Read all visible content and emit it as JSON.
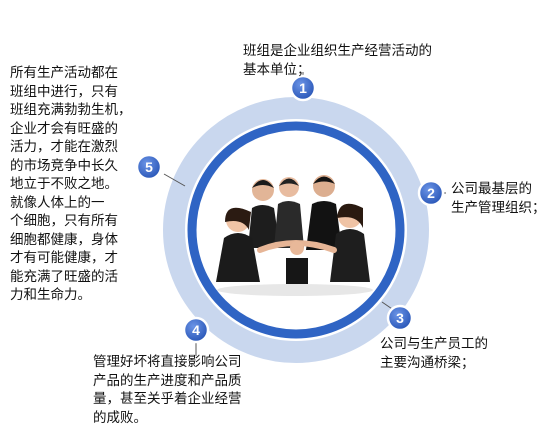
{
  "nodes": [
    {
      "number": "1",
      "lines": [
        "班组是企业组织生产经营活动的",
        "基本单位；"
      ]
    },
    {
      "number": "2",
      "lines": [
        "公司最基层的",
        "生产管理组织；"
      ]
    },
    {
      "number": "3",
      "lines": [
        "公司与生产员工的",
        "主要沟通桥梁；"
      ]
    },
    {
      "number": "4",
      "lines": [
        "管理好坏将直接影响公司",
        "产品的生产进度和产品质",
        "量，甚至关乎着企业经营",
        "的成败。"
      ]
    },
    {
      "number": "5",
      "lines": [
        "所有生产活动都在",
        "班组中进行，只有",
        "班组充满勃勃生机，",
        "企业才会有旺盛的",
        "活力，才能在激烈",
        "的市场竞争中长久",
        "地立于不败之地。",
        "就像人体上的一",
        "个细胞，只有所有",
        "细胞都健康，身体",
        "才有可能健康，才",
        "能充满了旺盛的活",
        "力和生命力。"
      ]
    }
  ],
  "colors": {
    "outer_ring": "#c9d7ee",
    "inner_ring": "#2f64c4",
    "badge": "#3a6bd0",
    "badge_border": "#ffffff",
    "connector": "#555555"
  }
}
